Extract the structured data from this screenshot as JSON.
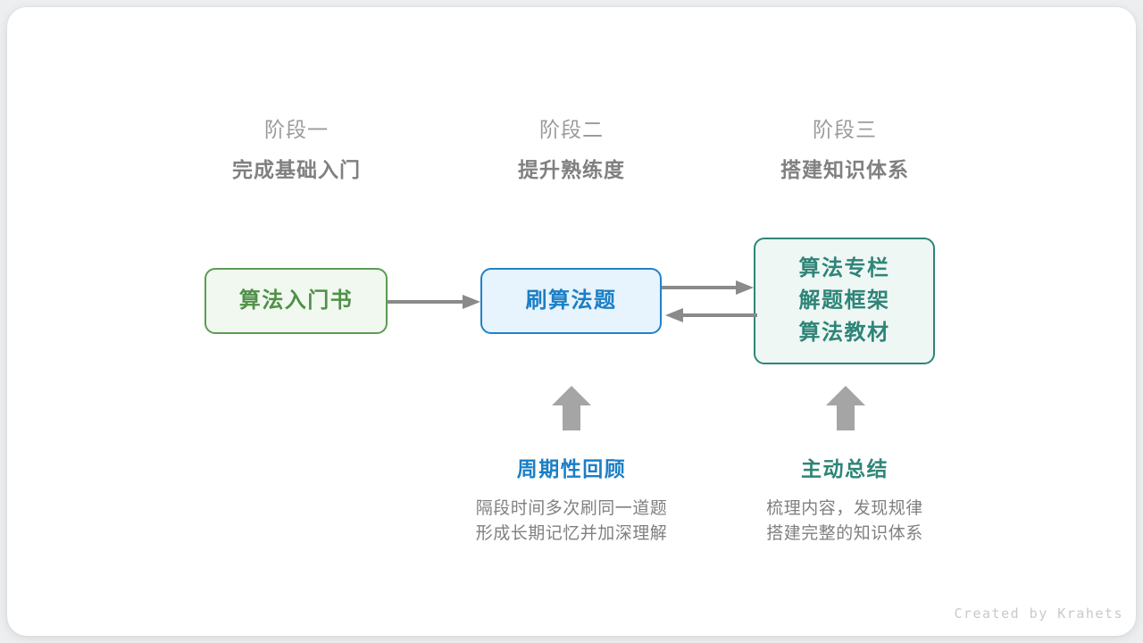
{
  "diagram": {
    "phases": [
      {
        "label": "阶段一",
        "title": "完成基础入门"
      },
      {
        "label": "阶段二",
        "title": "提升熟练度"
      },
      {
        "label": "阶段三",
        "title": "搭建知识体系"
      }
    ],
    "nodes": [
      {
        "id": "book",
        "lines": [
          "算法入门书"
        ],
        "border_color": "#5b9b54",
        "fill_color": "#f1f8ef",
        "text_color": "#4f9148"
      },
      {
        "id": "practice",
        "lines": [
          "刷算法题"
        ],
        "border_color": "#1f82c8",
        "fill_color": "#e7f3fd",
        "text_color": "#1b7fc6"
      },
      {
        "id": "resources",
        "lines": [
          "算法专栏",
          "解题框架",
          "算法教材"
        ],
        "border_color": "#2e8578",
        "fill_color": "#eff7f5",
        "text_color": "#2e8578"
      }
    ],
    "connectors": [
      {
        "id": "book-to-practice",
        "direction": "right"
      },
      {
        "id": "practice-to-resources",
        "direction": "right"
      },
      {
        "id": "resources-to-practice",
        "direction": "left"
      },
      {
        "id": "review-up",
        "direction": "up"
      },
      {
        "id": "summary-up",
        "direction": "up"
      }
    ],
    "notes": [
      {
        "id": "review",
        "title": "周期性回顾",
        "accent": "#1b7fc6",
        "body_line1": "隔段时间多次刷同一道题",
        "body_line2": "形成长期记忆并加深理解"
      },
      {
        "id": "summary",
        "title": "主动总结",
        "accent": "#2e8578",
        "body_line1": "梳理内容，发现规律",
        "body_line2": "搭建完整的知识体系"
      }
    ],
    "arrow_color": "#8a8a8a",
    "credit": "Created by Krahets"
  }
}
